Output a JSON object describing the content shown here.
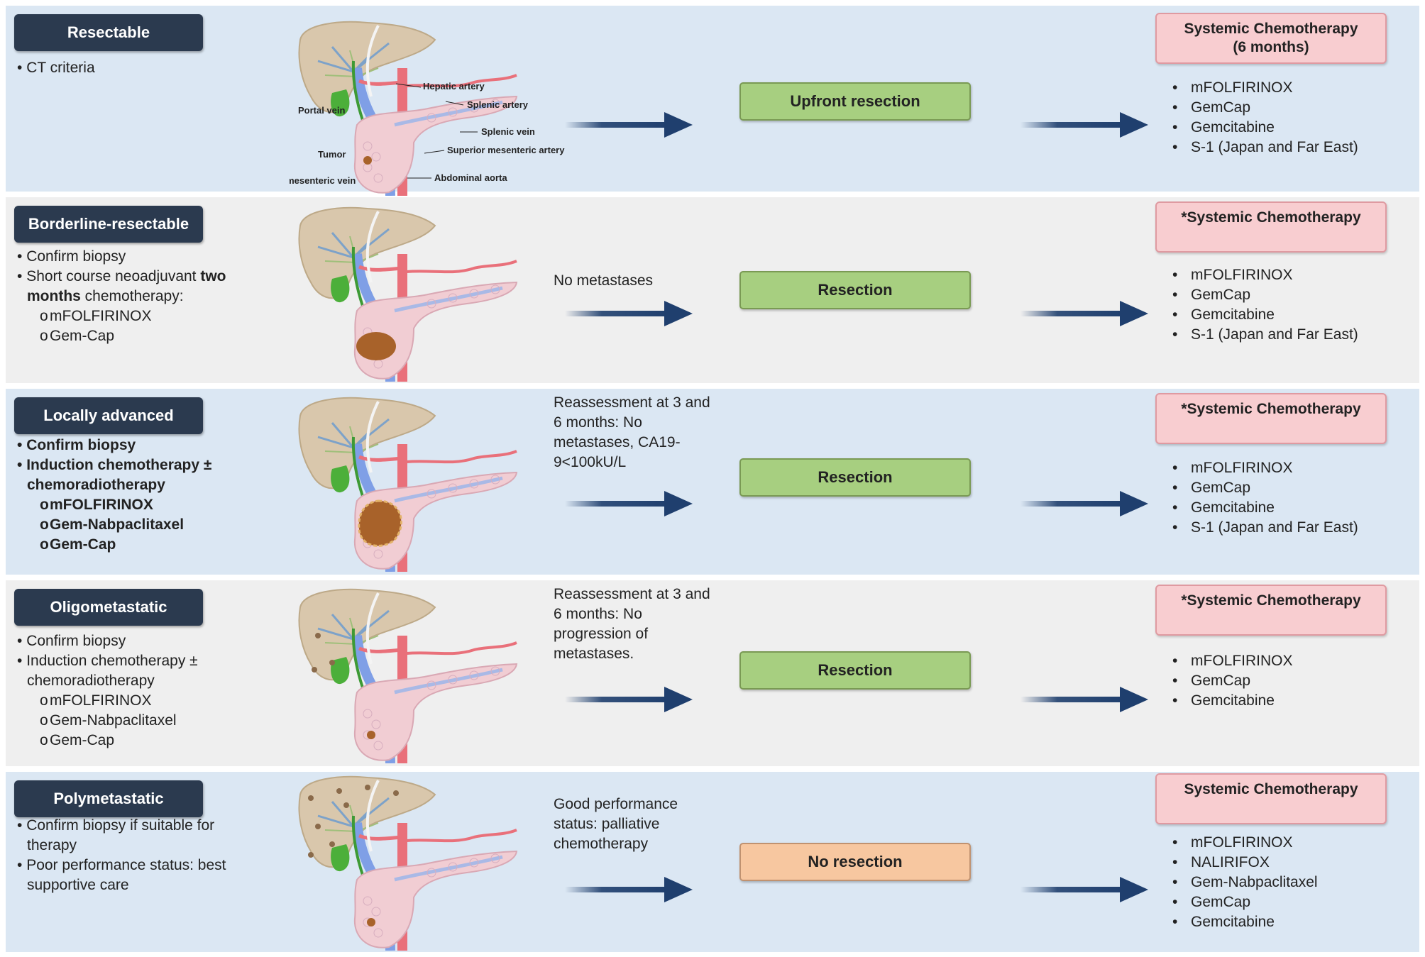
{
  "rows": [
    {
      "stage": "Resectable",
      "criteria": [
        "CT criteria"
      ],
      "condition": "",
      "action": "Upfront resection",
      "chemo_title": "Systemic Chemotherapy\n(6 months)",
      "drugs": [
        "mFOLFIRINOX",
        "GemCap",
        "Gemcitabine",
        "S-1 (Japan and Far East)"
      ]
    },
    {
      "stage": "Borderline-resectable",
      "criteria_b1": "Confirm biopsy",
      "criteria_b2_pre": "Short course neoadjuvant ",
      "criteria_b2_bold": "two months",
      "criteria_b2_post": " chemotherapy:",
      "criteria_sub": [
        "mFOLFIRINOX",
        "Gem-Cap"
      ],
      "condition": "No metastases",
      "action": "Resection",
      "chemo_title": "*Systemic Chemotherapy",
      "drugs": [
        "mFOLFIRINOX",
        "GemCap",
        "Gemcitabine",
        "S-1 (Japan and Far East)"
      ]
    },
    {
      "stage": "Locally advanced",
      "criteria": [
        "Confirm biopsy",
        "Induction chemotherapy ± chemoradiotherapy"
      ],
      "criteria_sub": [
        "mFOLFIRINOX",
        "Gem-Nabpaclitaxel",
        "Gem-Cap"
      ],
      "condition": "Reassessment at 3 and 6 months: No metastases, CA19-9<100kU/L",
      "action": "Resection",
      "chemo_title": "*Systemic Chemotherapy",
      "drugs": [
        "mFOLFIRINOX",
        "GemCap",
        "Gemcitabine",
        "S-1 (Japan and Far East)"
      ]
    },
    {
      "stage": "Oligometastatic",
      "criteria": [
        "Confirm biopsy",
        "Induction chemotherapy ± chemoradiotherapy"
      ],
      "criteria_sub": [
        "mFOLFIRINOX",
        "Gem-Nabpaclitaxel",
        "Gem-Cap"
      ],
      "condition": "Reassessment at 3 and 6 months: No progression of metastases.",
      "action": "Resection",
      "chemo_title": "*Systemic Chemotherapy",
      "drugs": [
        "mFOLFIRINOX",
        "GemCap",
        "Gemcitabine"
      ]
    },
    {
      "stage": "Polymetastatic",
      "criteria": [
        "Confirm biopsy if suitable for therapy",
        "Poor performance status: best supportive care"
      ],
      "condition": "Good performance status: palliative chemotherapy",
      "action": "No resection",
      "chemo_title": "Systemic Chemotherapy",
      "drugs": [
        "mFOLFIRINOX",
        "NALIRIFOX",
        "Gem-Nabpaclitaxel",
        "GemCap",
        "Gemcitabine"
      ]
    }
  ],
  "anatomy_labels": {
    "hepatic_artery": "Hepatic artery",
    "splenic_artery": "Splenic artery",
    "portal_vein": "Portal vein",
    "splenic_vein": "Splenic vein",
    "sma": "Superior mesenteric artery",
    "tumor": "Tumor",
    "aorta": "Abdominal aorta",
    "smv": "Superior mesenteric vein"
  },
  "colors": {
    "stage_label": "#2b3a4f",
    "action_green": "#a7cf80",
    "action_orange": "#f7c7a0",
    "chemo_pink": "#f8cdd0",
    "arrow": "#1f3f6e",
    "row_blue": "#dbe7f3",
    "row_grey": "#efefef"
  },
  "icons": {
    "arrow": "arrow-right-icon",
    "organ": "pancreas-anatomy-icon"
  }
}
